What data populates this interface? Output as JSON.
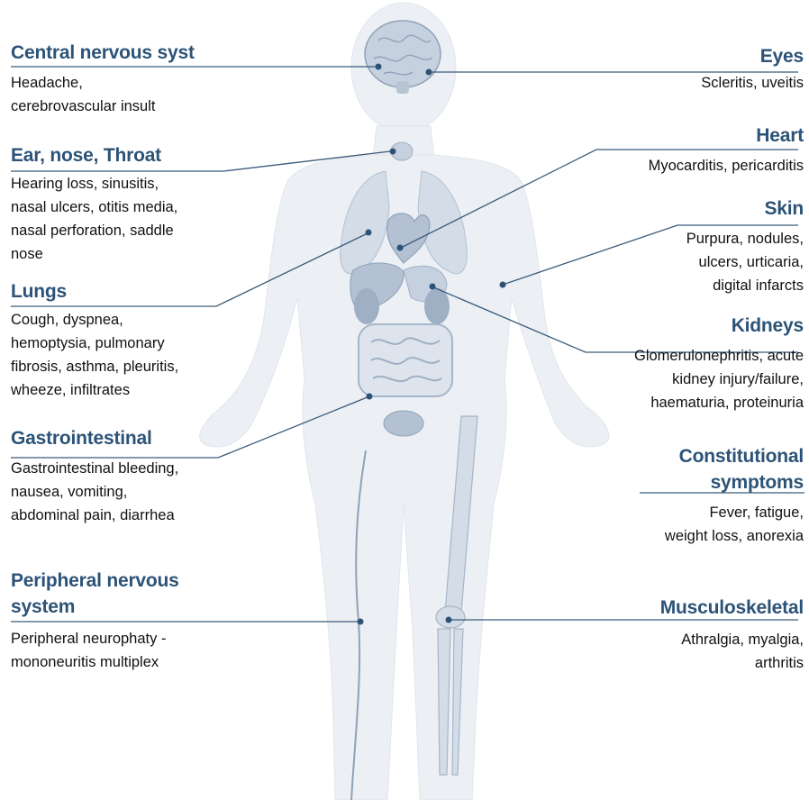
{
  "colors": {
    "title": "#2c5377",
    "connector": "#3b5b7a",
    "body_silhouette": "#eceff4",
    "organ": "#c6d1df",
    "organ_dark": "#9fb0c5",
    "bone": "#d3dce7",
    "text": "#111111"
  },
  "labels": {
    "cns": {
      "title": "Central nervous syst",
      "body": "Headache,\ncerebrovascular insult"
    },
    "ent": {
      "title": "Ear, nose, Throat",
      "body": "Hearing loss, sinusitis,\nnasal ulcers, otitis media,\nnasal perforation, saddle\nnose"
    },
    "lungs": {
      "title": "Lungs",
      "body": "Cough, dyspnea,\nhemoptysia, pulmonary\nfibrosis, asthma, pleuritis,\nwheeze, infiltrates"
    },
    "gi": {
      "title": "Gastrointestinal",
      "body": "Gastrointestinal bleeding,\nnausea, vomiting,\nabdominal pain, diarrhea"
    },
    "pns": {
      "title": "Peripheral nervous\nsystem",
      "body": "Peripheral neurophaty -\nmononeuritis multiplex"
    },
    "eyes": {
      "title": "Eyes",
      "body": "Scleritis, uveitis"
    },
    "heart": {
      "title": "Heart",
      "body": "Myocarditis, pericarditis"
    },
    "skin": {
      "title": "Skin",
      "body": "Purpura, nodules,\nulcers, urticaria,\ndigital infarcts"
    },
    "kidneys": {
      "title": "Kidneys",
      "body": "Glomerulonephritis, acute\nkidney injury/failure,\nhaematuria, proteinuria"
    },
    "constitutional": {
      "title": "Constitutional\nsymptoms",
      "body": "Fever, fatigue,\nweight loss, anorexia"
    },
    "musculoskeletal": {
      "title": "Musculoskeletal",
      "body": "Athralgia, myalgia,\narthritis"
    }
  }
}
